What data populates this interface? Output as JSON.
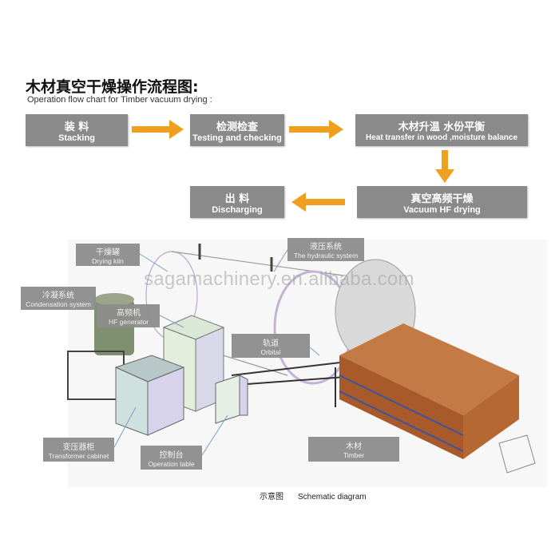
{
  "title": "木材真空干燥操作流程图:",
  "subtitle": "Operation flow chart for Timber vacuum drying :",
  "flow": [
    {
      "zh": "装 料",
      "en": "Stacking"
    },
    {
      "zh": "检测检查",
      "en": "Testing and checking"
    },
    {
      "zh": "木材升温 水份平衡",
      "en": "Heat transfer in wood ,moisture balance"
    },
    {
      "zh": "真空高频干燥",
      "en": "Vacuum HF drying"
    },
    {
      "zh": "出 料",
      "en": "Discharging"
    }
  ],
  "labels": {
    "kiln": {
      "zh": "干燥罐",
      "en": "Drying kiln"
    },
    "hydraulic": {
      "zh": "液压系统",
      "en": "The hydraulic system"
    },
    "condensation": {
      "zh": "冷凝系统",
      "en": "Condensation system"
    },
    "hf": {
      "zh": "高频机",
      "en": "HF generator"
    },
    "orbital": {
      "zh": "轨道",
      "en": "Orbital"
    },
    "transformer": {
      "zh": "变压器柜",
      "en": "Transformer cabinet"
    },
    "operation": {
      "zh": "控制台",
      "en": "Operation table"
    },
    "timber": {
      "zh": "木材",
      "en": "Timber"
    }
  },
  "watermark": "sagamachinery.en.alibaba.com",
  "caption": {
    "zh": "示意图",
    "en": "Schematic diagram"
  },
  "colors": {
    "box": "#8a8a8a",
    "arrow": "#f0a020",
    "timber": "#b8642e"
  }
}
